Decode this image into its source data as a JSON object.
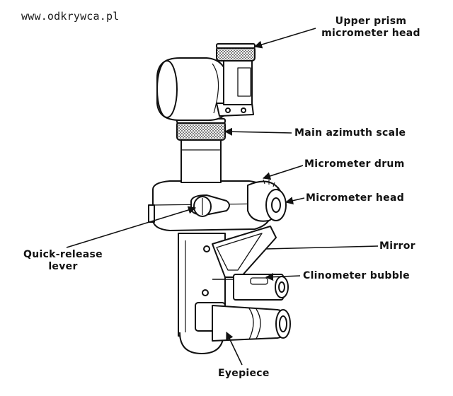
{
  "watermark": "www.odkrywca.pl",
  "labels": {
    "upper_prism_line1": "Upper prism",
    "upper_prism_line2": "micrometer head",
    "main_azimuth_scale": "Main azimuth scale",
    "micrometer_drum": "Micrometer drum",
    "micrometer_head": "Micrometer head",
    "quick_release_line1": "Quick-release",
    "quick_release_line2": "lever",
    "mirror": "Mirror",
    "clinometer_bubble": "Clinometer bubble",
    "eyepiece": "Eyepiece"
  },
  "colors": {
    "ink": "#111111",
    "background": "#ffffff"
  }
}
